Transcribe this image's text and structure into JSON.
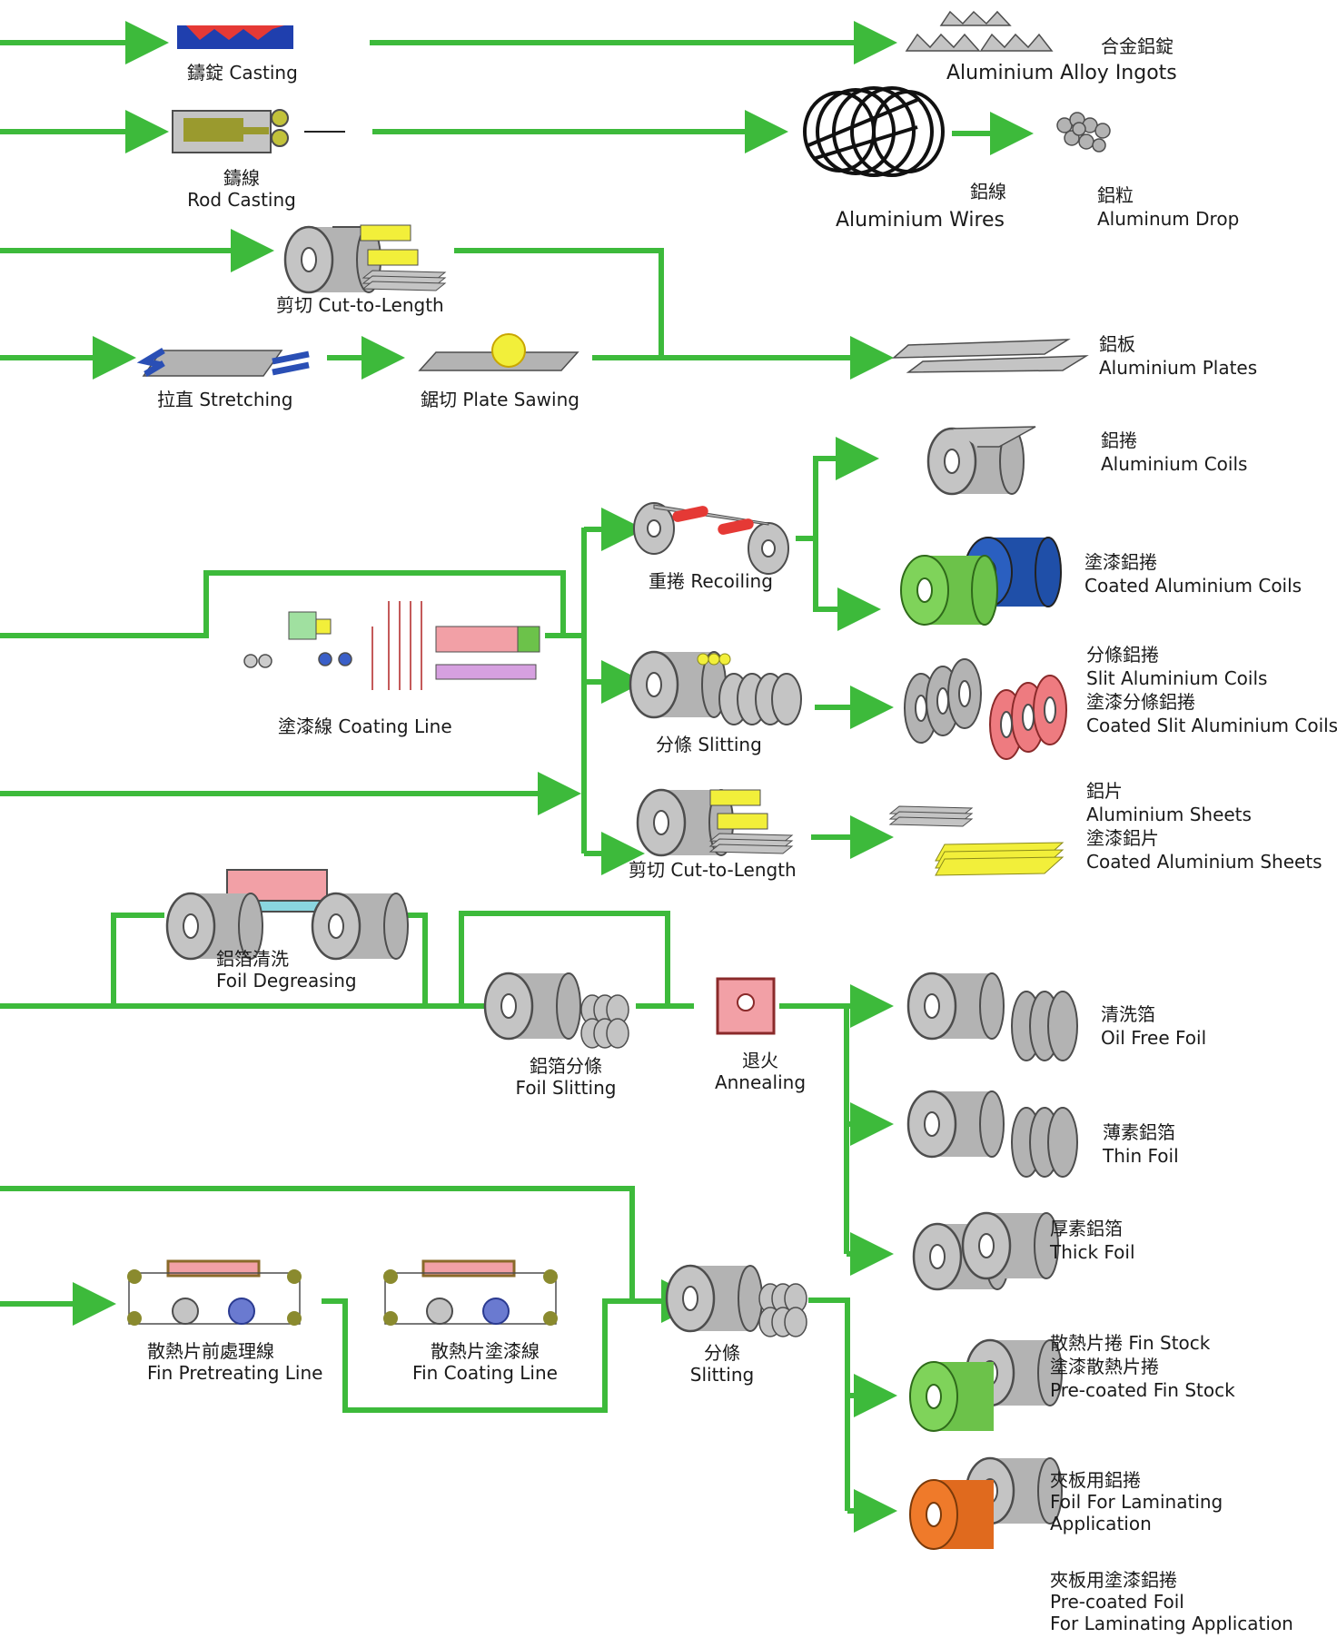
{
  "colors": {
    "arrow": "#3dba3b",
    "metal": "#b3b3b3",
    "metal_edge": "#4d4d4d",
    "coat_green": "#6cc24a",
    "coat_blue": "#1f4fa8",
    "coat_pink": "#ee7b80",
    "coat_yellow": "#f2ef3a",
    "coat_orange": "#e06a1e",
    "casting_red": "#e53935",
    "casting_blue": "#1f3fae"
  },
  "processes": {
    "casting": "鑄錠 Casting",
    "rod_casting_zh": "鑄線",
    "rod_casting_en": "Rod Casting",
    "cut_to_length_1": "剪切 Cut-to-Length",
    "stretching": "拉直 Stretching",
    "plate_sawing": "鋸切 Plate Sawing",
    "coating_line": "塗漆線 Coating Line",
    "recoiling": "重捲 Recoiling",
    "slitting_1": "分條 Slitting",
    "cut_to_length_2": "剪切 Cut-to-Length",
    "foil_degreasing_zh": "鋁箔清洗",
    "foil_degreasing_en": "Foil Degreasing",
    "foil_slitting_zh": "鋁箔分條",
    "foil_slitting_en": "Foil Slitting",
    "annealing_zh": "退火",
    "annealing_en": "Annealing",
    "fin_pretreating_zh": "散熱片前處理線",
    "fin_pretreating_en": "Fin Pretreating Line",
    "fin_coating_zh": "散熱片塗漆線",
    "fin_coating_en": "Fin Coating Line",
    "slitting_2_zh": "分條",
    "slitting_2_en": "Slitting"
  },
  "products": {
    "ingots_zh": "合金鋁錠",
    "ingots_en": "Aluminium Alloy Ingots",
    "wires_zh": "鋁線",
    "wires_en": "Aluminium Wires",
    "drop_zh": "鋁粒",
    "drop_en": "Aluminum Drop",
    "plates_zh": "鋁板",
    "plates_en": "Aluminium Plates",
    "coils_zh": "鋁捲",
    "coils_en": "Aluminium Coils",
    "coated_coils_zh": "塗漆鋁捲",
    "coated_coils_en": "Coated Aluminium Coils",
    "slit_coils_zh": "分條鋁捲",
    "slit_coils_en": "Slit Aluminium Coils",
    "coated_slit_zh": "塗漆分條鋁捲",
    "coated_slit_en": "Coated Slit Aluminium Coils",
    "sheets_zh": "鋁片",
    "sheets_en": "Aluminium Sheets",
    "coated_sheets_zh": "塗漆鋁片",
    "coated_sheets_en": "Coated Aluminium Sheets",
    "oil_free_zh": "清洗箔",
    "oil_free_en": "Oil Free Foil",
    "thin_foil_zh": "薄素鋁箔",
    "thin_foil_en": "Thin Foil",
    "thick_foil_zh": "厚素鋁箔",
    "thick_foil_en": "Thick Foil",
    "fin_stock_line": "散熱片捲 Fin Stock",
    "precoated_fin_zh": "塗漆散熱片捲",
    "precoated_fin_en": "Pre-coated Fin Stock",
    "laminating_zh": "夾板用鋁捲",
    "laminating_en1": "Foil For Laminating",
    "laminating_en2": "Application",
    "precoated_lam_zh": "夾板用塗漆鋁捲",
    "precoated_lam_en1": "Pre-coated Foil",
    "precoated_lam_en2": "For Laminating Application"
  }
}
